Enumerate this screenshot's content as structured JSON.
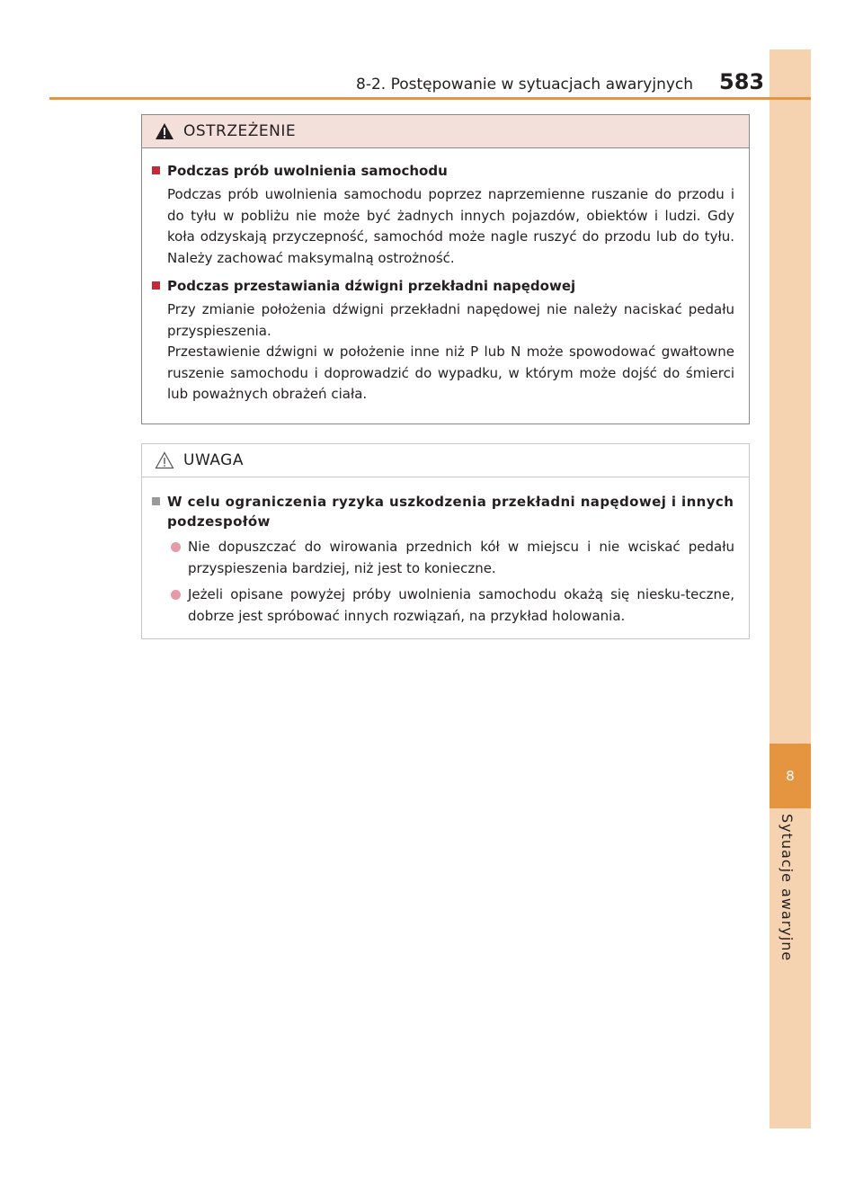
{
  "header": {
    "section": "8-2. Postępowanie w sytuacjach awaryjnych",
    "page_number": "583"
  },
  "side_tab": {
    "chapter_number": "8",
    "chapter_title": "Sytuacje awaryjne"
  },
  "warning": {
    "title": "OSTRZEŻENIE",
    "items": [
      {
        "heading": "Podczas prób uwolnienia samochodu",
        "text": "Podczas prób uwolnienia samochodu poprzez naprzemienne ruszanie do przodu i do tyłu w pobliżu nie może być żadnych innych pojazdów, obiektów i ludzi. Gdy koła odzyskają przyczepność, samochód może nagle ruszyć do przodu lub do tyłu. Należy zachować maksymalną ostrożność."
      },
      {
        "heading": "Podczas przestawiania dźwigni przekładni napędowej",
        "text": "Przy zmianie położenia dźwigni przekładni napędowej nie należy naciskać pedału przyspieszenia.",
        "text2": "Przestawienie dźwigni w położenie inne niż P lub N może spowodować gwałtowne ruszenie samochodu i doprowadzić do wypadku, w którym może dojść do śmierci lub poważnych obrażeń ciała."
      }
    ]
  },
  "notice": {
    "title": "UWAGA",
    "heading": "W celu ograniczenia ryzyka uszkodzenia przekładni napędowej i innych podzespołów",
    "bullets": [
      "Nie dopuszczać do wirowania przednich kół w miejscu i nie wciskać pedału przyspieszenia bardziej, niż jest to konieczne.",
      "Jeżeli opisane powyżej próby uwolnienia samochodu okażą się niesku-teczne, dobrze jest spróbować innych rozwiązań, na przykład holowania."
    ]
  },
  "colors": {
    "accent_orange": "#e5953f",
    "side_strip": "#f5d3b0",
    "warning_header_bg": "#f3e0db",
    "warning_square": "#c12b39",
    "bullet_dot": "#e59aa8"
  }
}
